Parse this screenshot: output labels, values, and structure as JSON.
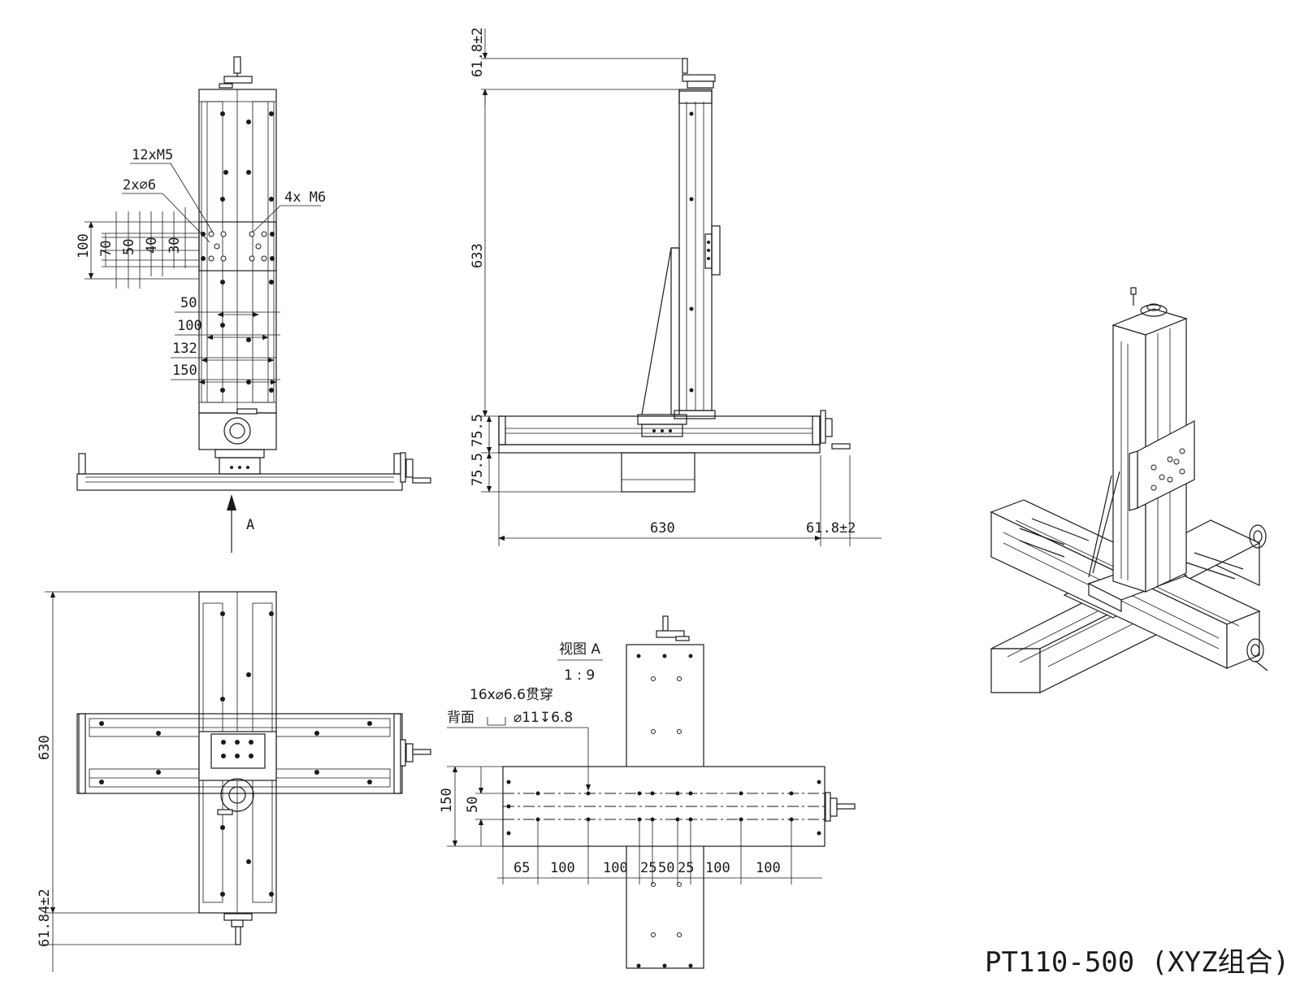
{
  "drawing": {
    "title": "PT110-500 (XYZ组合)",
    "view_arrow_label": "A",
    "callouts": {
      "holes_m5": "12xM5",
      "pins": "2x⌀6",
      "holes_m6": "4x M6",
      "through_holes": "16x⌀6.6贯穿",
      "back_face": "背面",
      "counterbore": "⌀11↧6.8",
      "view_name": "视图 A",
      "view_scale": "1 : 9"
    },
    "top_view_dims": {
      "d100": "100",
      "d70": "70",
      "d50v": "50",
      "d40": "40",
      "d30": "30",
      "w50": "50",
      "w100": "100",
      "w132": "132",
      "w150": "150"
    },
    "side_view_dims": {
      "top_offset": "61.8±2",
      "height": "633",
      "base1": "75.5",
      "base2": "75.5",
      "length": "630",
      "right_offset": "61.8±2"
    },
    "plan_view_dims": {
      "length": "630",
      "offset": "61.84±2"
    },
    "view_a_dims": {
      "h150": "150",
      "h50": "50",
      "s1": "65",
      "s2": "100",
      "s3": "100",
      "s4": "25",
      "s5": "50",
      "s6": "25",
      "s7": "100",
      "s8": "100"
    }
  }
}
